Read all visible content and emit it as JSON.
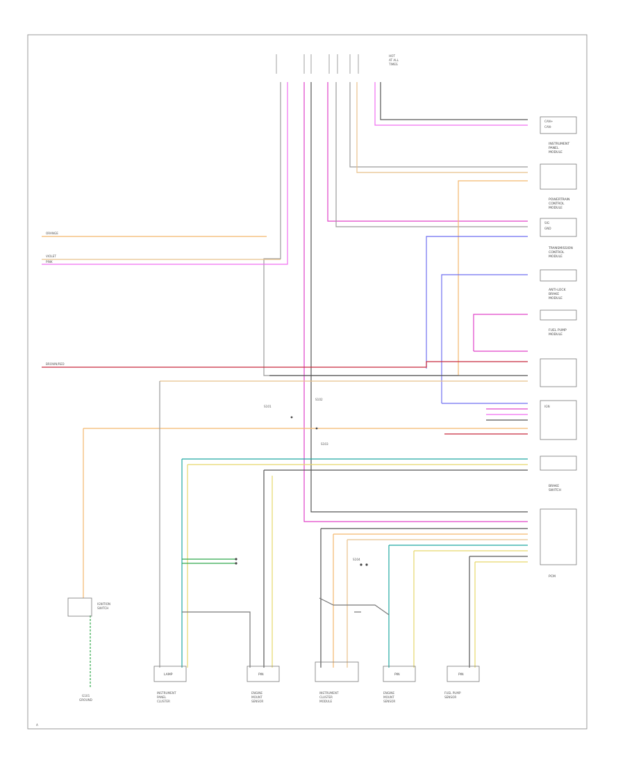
{
  "diagram": {
    "wire_colors": {
      "pink": "#f06ef0",
      "magenta": "#e040c8",
      "red": "#c8283c",
      "orange": "#f4b66c",
      "tan": "#e8c08a",
      "yellow": "#e6d76a",
      "blue": "#6e6ef0",
      "teal": "#1ea8a0",
      "green": "#2ea84a",
      "gray": "#9a9a9a",
      "dark": "#555555"
    },
    "top_note": [
      "HOT",
      "AT ALL",
      "TIMES"
    ],
    "left_wires": [
      "ORANGE",
      "VIOLET",
      "PINK",
      "BROWN/RED"
    ],
    "modules": [
      {
        "label": [
          "INSTRUMENT",
          "PANEL",
          "MODULE"
        ]
      },
      {
        "label": [
          "POWERTRAIN",
          "CONTROL",
          "MODULE"
        ]
      },
      {
        "label": [
          "TRANSMISSION",
          "CONTROL",
          "MODULE"
        ]
      },
      {
        "label": [
          "ANTI-LOCK",
          "BRAKE",
          "MODULE"
        ]
      },
      {
        "label": [
          "FUEL PUMP",
          "MODULE"
        ]
      },
      {
        "label": [
          "BRAKE",
          "SWITCH"
        ]
      },
      {
        "label": [
          "PCM"
        ]
      }
    ],
    "pin_labels": [
      "CAN+",
      "CAN-",
      "SIG",
      "GND",
      "IGN"
    ],
    "splices": [
      "S101",
      "S102",
      "S103",
      "S104"
    ],
    "bottom_components": [
      {
        "tag": "LAMP",
        "label": [
          "INSTRUMENT",
          "PANEL",
          "CLUSTER"
        ]
      },
      {
        "tag": "PIN",
        "label": [
          "ENGINE",
          "MOUNT",
          "SENSOR"
        ]
      },
      {
        "tag": "",
        "label": [
          "INSTRUMENT",
          "CLUSTER",
          "MODULE"
        ]
      },
      {
        "tag": "PIN",
        "label": [
          "ENGINE",
          "MOUNT",
          "SENSOR"
        ]
      },
      {
        "tag": "PIN",
        "label": [
          "FUEL PUMP",
          "SENSOR"
        ]
      }
    ],
    "left_component": [
      "IGNITION",
      "SWITCH"
    ],
    "ground_label": [
      "G101",
      "GROUND"
    ],
    "corner_text": "A"
  }
}
